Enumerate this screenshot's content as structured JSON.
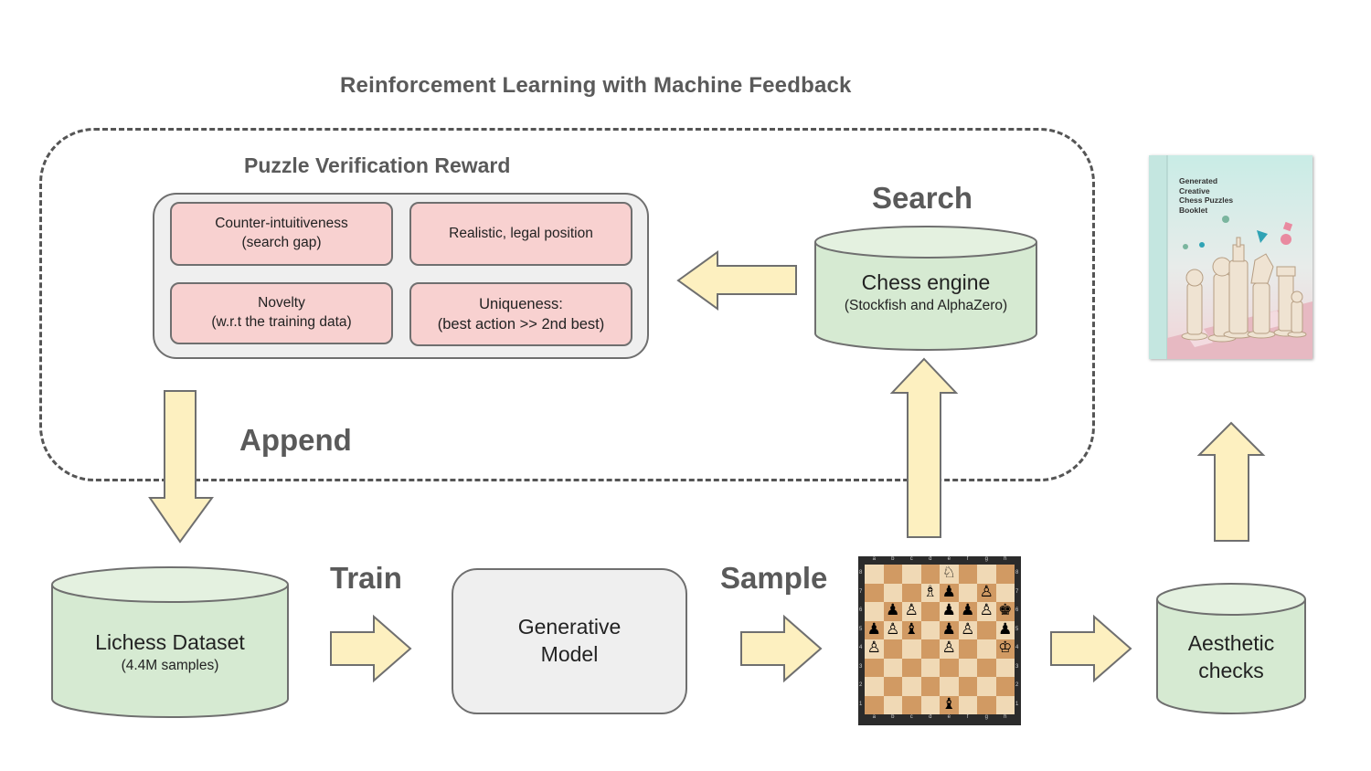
{
  "title": "Reinforcement Learning with Machine Feedback",
  "reward": {
    "title": "Puzzle Verification Reward",
    "criteria": [
      "Counter-intuitiveness\n(search gap)",
      "Realistic, legal position",
      "Novelty\n(w.r.t the training data)",
      "Uniqueness:\n(best action >> 2nd best)"
    ]
  },
  "search": {
    "label": "Search",
    "engine_title": "Chess engine",
    "engine_subtitle": "(Stockfish and AlphaZero)"
  },
  "append_label": "Append",
  "dataset": {
    "title": "Lichess Dataset",
    "subtitle": "(4.4M samples)"
  },
  "train_label": "Train",
  "model": {
    "line1": "Generative",
    "line2": "Model"
  },
  "sample_label": "Sample",
  "aesthetic": {
    "line1": "Aesthetic",
    "line2": "checks"
  },
  "booklet": {
    "line1": "Generated",
    "line2": "Creative",
    "line3": "Chess Puzzles",
    "line4": "Booklet"
  },
  "board": {
    "files": [
      "a",
      "b",
      "c",
      "d",
      "e",
      "f",
      "g",
      "h"
    ],
    "ranks": [
      "8",
      "7",
      "6",
      "5",
      "4",
      "3",
      "2",
      "1"
    ],
    "pieces": [
      {
        "sq": "e8",
        "glyph": "♘"
      },
      {
        "sq": "d7",
        "glyph": "♗"
      },
      {
        "sq": "e7",
        "glyph": "♟"
      },
      {
        "sq": "g7",
        "glyph": "♙"
      },
      {
        "sq": "b6",
        "glyph": "♟"
      },
      {
        "sq": "c6",
        "glyph": "♙"
      },
      {
        "sq": "e6",
        "glyph": "♟"
      },
      {
        "sq": "f6",
        "glyph": "♟"
      },
      {
        "sq": "g6",
        "glyph": "♙"
      },
      {
        "sq": "h6",
        "glyph": "♚"
      },
      {
        "sq": "a5",
        "glyph": "♟"
      },
      {
        "sq": "b5",
        "glyph": "♙"
      },
      {
        "sq": "c5",
        "glyph": "♝"
      },
      {
        "sq": "e5",
        "glyph": "♟"
      },
      {
        "sq": "f5",
        "glyph": "♙"
      },
      {
        "sq": "h5",
        "glyph": "♟"
      },
      {
        "sq": "a4",
        "glyph": "♙"
      },
      {
        "sq": "e4",
        "glyph": "♙"
      },
      {
        "sq": "h4",
        "glyph": "♔"
      },
      {
        "sq": "e1",
        "glyph": "♝"
      }
    ]
  },
  "colors": {
    "arrow_fill": "#fdf0c0",
    "cylinder_fill": "#d6ead2",
    "criteria_fill": "#f8d1d0",
    "panel_fill": "#efefef",
    "board_light": "#f0d9b5",
    "board_dark": "#d19a63"
  }
}
